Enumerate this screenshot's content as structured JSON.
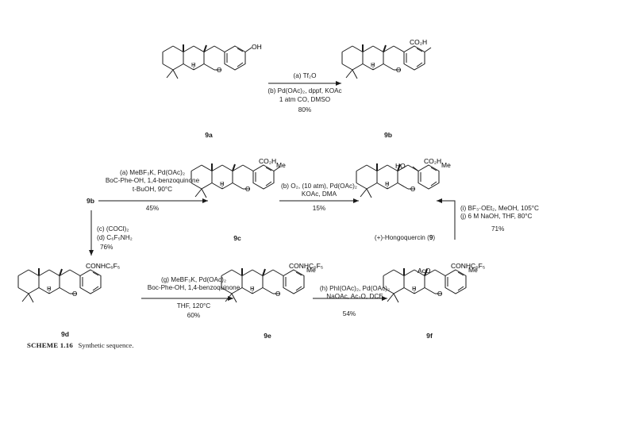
{
  "caption": {
    "label": "SCHEME 1.16",
    "text": "Synthetic sequence."
  },
  "compounds": {
    "c9a": {
      "id": "9a",
      "sub": "OH"
    },
    "c9b": {
      "id": "9b",
      "sub": "CO₂H"
    },
    "c9c": {
      "id": "9c",
      "sub": "CO₂H",
      "sub2": "Me"
    },
    "c9": {
      "name": "(+)-Hongoquercin (",
      "id": "9",
      "close": ")",
      "sub": "CO₂H",
      "sub2": "Me",
      "sub3": "HO"
    },
    "c9b_start": {
      "id": "9b"
    },
    "c9d": {
      "id": "9d",
      "sub": "CONHC₆F₅"
    },
    "c9e": {
      "id": "9e",
      "sub": "CONHC₆F₅",
      "sub2": "Me"
    },
    "c9f": {
      "id": "9f",
      "sub": "CONHC₆F₅",
      "sub2": "Me",
      "sub3": "AcO"
    }
  },
  "conditions": {
    "a_to_b": [
      "(a) Tf₂O",
      "(b) Pd(OAc)₂, dppf, KOAc",
      "1 atm CO, DMSO",
      "80%"
    ],
    "b_to_c": [
      "(a) MeBF₃K, Pd(OAc)₂",
      "BoC-Phe-OH, 1,4-benzoquinone",
      "t-BuOH, 90°C",
      "45%"
    ],
    "c_to_9": [
      "(b) O₂, (10 atm), Pd(OAc)₂",
      "KOAc, DMA",
      "15%"
    ],
    "b_to_d": [
      "(c) (COCl)₂",
      "(d) C₆F₅NH₂",
      "76%"
    ],
    "d_to_e": [
      "(g) MeBF₃K, Pd(OAc)₂",
      "Boc-Phe-OH, 1,4-benzoquinone",
      "THF, 120°C",
      "60%"
    ],
    "e_to_f": [
      "(h) PhI(OAc)₂, Pd(OAc)₂",
      "NaOAc, Ac₂O, DCE",
      "54%"
    ],
    "f_to_9": [
      "(i) BF₃·OEt₂, MeOH, 105°C",
      "(j) 6 M NaOH, THF, 80°C",
      "71%"
    ]
  },
  "stereo_labels": {
    "h": "H",
    "o": "O"
  }
}
